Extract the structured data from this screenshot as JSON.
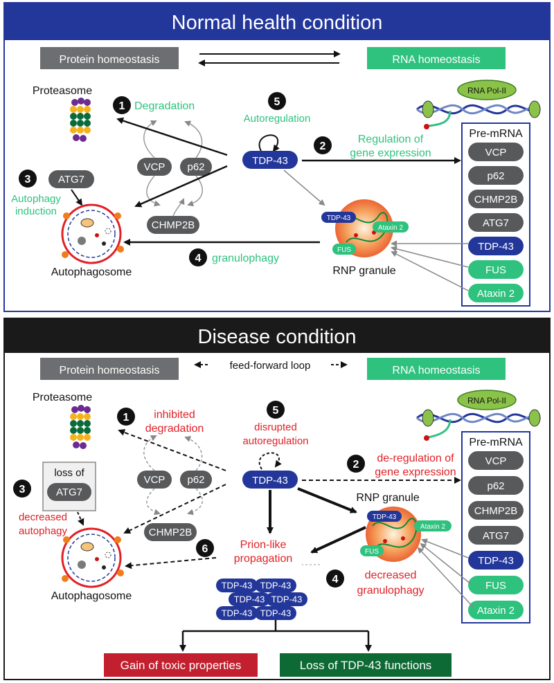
{
  "top": {
    "title": "Normal health condition",
    "protein_homeostasis": "Protein homeostasis",
    "rna_homeostasis": "RNA homeostasis",
    "proteasome": "Proteasome",
    "autophagosome": "Autophagosome",
    "rnp_granule": "RNP granule",
    "rna_pol": "RNA Pol-II",
    "pre_mrna_title": "Pre-mRNA",
    "pre_mrna_items": [
      "VCP",
      "p62",
      "CHMP2B",
      "ATG7",
      "TDP-43",
      "FUS",
      "Ataxin 2"
    ],
    "steps": {
      "n1": "1",
      "s1": "Degradation",
      "n2": "2",
      "s2a": "Regulation of",
      "s2b": "gene expression",
      "n3": "3",
      "s3a": "Autophagy",
      "s3b": "induction",
      "n4": "4",
      "s4": "granulophagy",
      "n5": "5",
      "s5": "Autoregulation"
    },
    "pills": {
      "atg7": "ATG7",
      "vcp": "VCP",
      "p62": "p62",
      "chmp2b": "CHMP2B",
      "tdp43": "TDP-43"
    },
    "granule_labels": {
      "tdp43": "TDP-43",
      "ataxin2": "Ataxin 2",
      "fus": "FUS"
    }
  },
  "bottom": {
    "title": "Disease condition",
    "protein_homeostasis": "Protein homeostasis",
    "rna_homeostasis": "RNA homeostasis",
    "loop": "feed-forward loop",
    "proteasome": "Proteasome",
    "autophagosome": "Autophagosome",
    "rnp_granule": "RNP granule",
    "rna_pol": "RNA Pol-II",
    "pre_mrna_title": "Pre-mRNA",
    "pre_mrna_items": [
      "VCP",
      "p62",
      "CHMP2B",
      "ATG7",
      "TDP-43",
      "FUS",
      "Ataxin 2"
    ],
    "loss_of": "loss of",
    "steps": {
      "n1": "1",
      "s1a": "inhibited",
      "s1b": "degradation",
      "n2": "2",
      "s2a": "de-regulation of",
      "s2b": "gene expression",
      "n3": "3",
      "s3a": "decreased",
      "s3b": "autophagy",
      "n4": "4",
      "s4a": "decreased",
      "s4b": "granulophagy",
      "n5": "5",
      "s5a": "disrupted",
      "s5b": "autoregulation",
      "n6": "6",
      "s6a": "Prion-like",
      "s6b": "propagation"
    },
    "pills": {
      "atg7": "ATG7",
      "vcp": "VCP",
      "p62": "p62",
      "chmp2b": "CHMP2B",
      "tdp43": "TDP-43"
    },
    "granule_labels": {
      "tdp43": "TDP-43",
      "ataxin2": "Ataxin 2",
      "fus": "FUS"
    },
    "aggregate": [
      "TDP-43",
      "TDP-43",
      "TDP-43",
      "TDP-43",
      "TDP-43",
      "TDP-43"
    ],
    "gain": "Gain of toxic properties",
    "loss": "Loss of TDP-43 functions"
  },
  "colors": {
    "title_blue": "#23369a",
    "title_black": "#1a1a1a",
    "panel_border": "#23369a",
    "grey_box": "#6d6e71",
    "green_box": "#2ec27e",
    "pill_grey": "#58595b",
    "pill_navy": "#23369a",
    "green_text": "#2ec27e",
    "red_text": "#e02027",
    "gain_red": "#c3202f",
    "loss_green": "#0e6a34"
  }
}
